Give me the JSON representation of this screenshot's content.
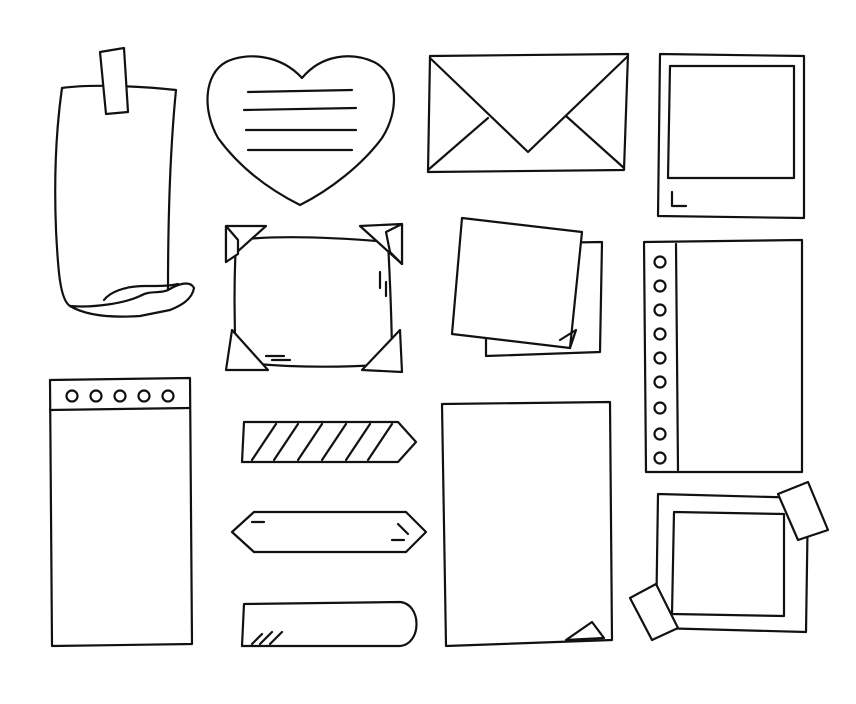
{
  "palette": {
    "stroke": "#111111",
    "background": "#ffffff"
  },
  "elements": [
    "curled-paper-note",
    "heart-note",
    "envelope",
    "polaroid-frame",
    "photo-corners-frame",
    "stacked-sticky-notes",
    "ring-punched-page",
    "top-punched-page",
    "striped-arrow-tag",
    "double-pointed-tag",
    "rounded-label",
    "folded-corner-page",
    "taped-photo-frame"
  ]
}
